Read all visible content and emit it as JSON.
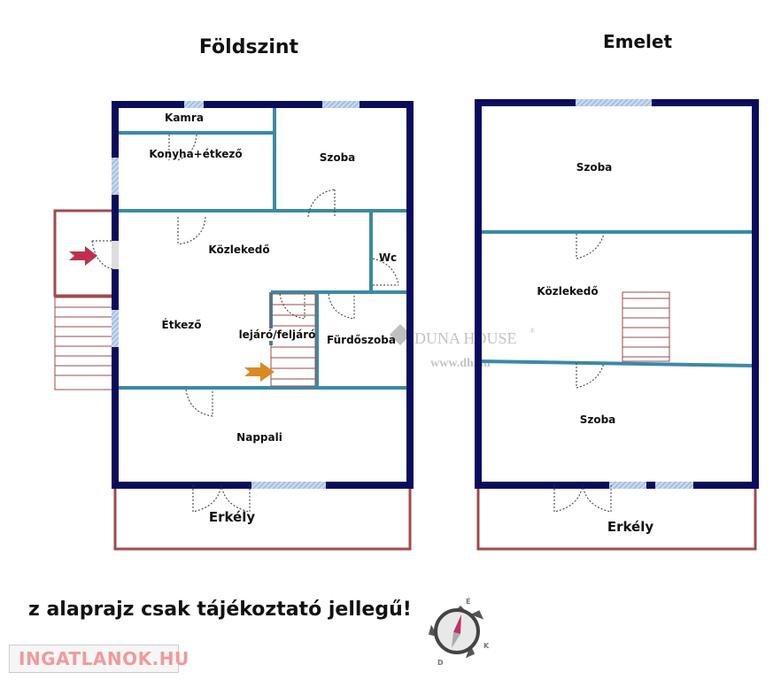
{
  "floors": [
    {
      "title": "Földszint",
      "rooms": {
        "kamra": "Kamra",
        "konyha": "Konyha+étkező",
        "szoba": "Szoba",
        "kozlekedo": "Közlekedő",
        "wc": "Wc",
        "etkezo": "Étkező",
        "lejaro": "lejáró/feljáró",
        "furdoszoba": "Fürdőszoba",
        "nappali": "Nappali",
        "erkely": "Erkély"
      }
    },
    {
      "title": "Emelet",
      "rooms": {
        "szoba_top": "Szoba",
        "kozlekedo": "Közlekedő",
        "szoba_bottom": "Szoba",
        "erkely": "Erkély"
      }
    }
  ],
  "watermark": {
    "brand": "DUNA HOUSE",
    "registered": "®",
    "url": "www.dh.hu"
  },
  "disclaimer": "z alaprajz csak tájékoztató jellegű!",
  "compass": {
    "labels": [
      "É",
      "K",
      "D"
    ]
  },
  "source_logo": "INGATLANOK.HU",
  "colors": {
    "outer_wall": "#0c0c5e",
    "inner_wall": "#3a8aa6",
    "balcony": "#a24a4a",
    "entry_arrow": "#c0304a",
    "stair_arrow": "#d98a20"
  }
}
